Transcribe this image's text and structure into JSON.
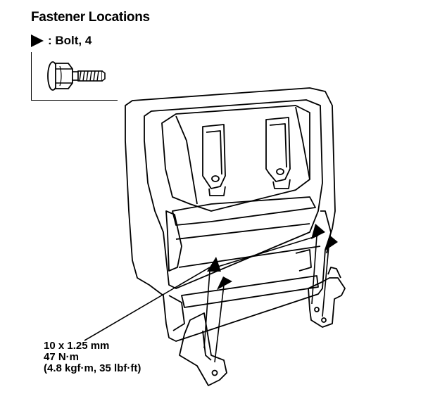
{
  "title": "Fastener Locations",
  "legend": {
    "label": ": Bolt, 4",
    "icon": "triangle-bolt-marker-icon"
  },
  "spec": {
    "line1": "10 x 1.25 mm",
    "line2": "47 N·m",
    "line3": "(4.8 kgf·m, 35 lbf·ft)"
  }
}
